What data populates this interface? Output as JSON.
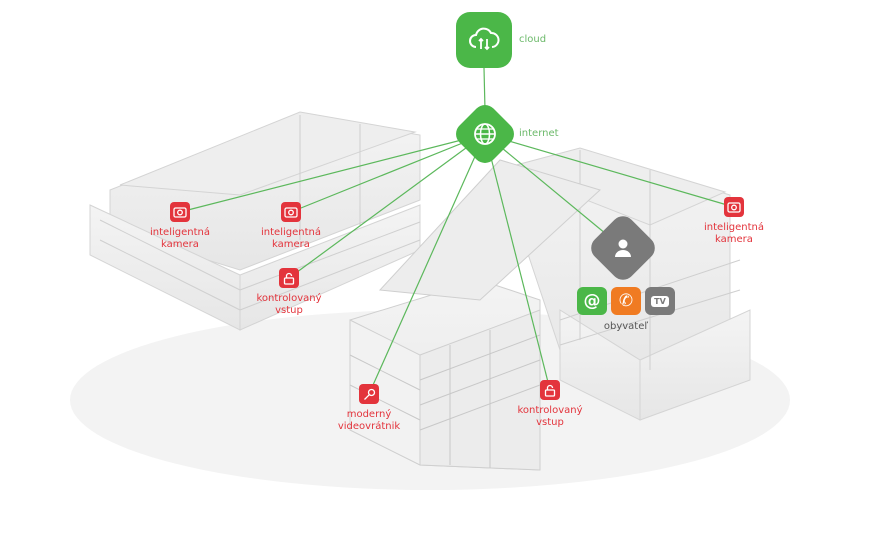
{
  "hub": {
    "cloud_label": "cloud",
    "internet_label": "internet"
  },
  "nodes": [
    {
      "id": "camera-1",
      "label": [
        "inteligentná",
        "kamera"
      ],
      "icon": "camera-icon"
    },
    {
      "id": "camera-2",
      "label": [
        "inteligentná",
        "kamera"
      ],
      "icon": "camera-icon"
    },
    {
      "id": "entry-1",
      "label": [
        "kontrolovaný",
        "vstup"
      ],
      "icon": "unlock-icon"
    },
    {
      "id": "intercom",
      "label": [
        "moderný",
        "videovrátnik"
      ],
      "icon": "key-icon"
    },
    {
      "id": "entry-2",
      "label": [
        "kontrolovaný",
        "vstup"
      ],
      "icon": "unlock-icon"
    },
    {
      "id": "camera-3",
      "label": [
        "inteligentná",
        "kamera"
      ],
      "icon": "camera-icon"
    }
  ],
  "resident": {
    "label": "obyvateľ",
    "services": [
      {
        "name": "email",
        "glyph": "@",
        "color": "#4bb748"
      },
      {
        "name": "phone",
        "glyph": "✆",
        "color": "#f07b22"
      },
      {
        "name": "tv",
        "glyph": "TV",
        "color": "#7a7a7a"
      }
    ]
  },
  "colors": {
    "green": "#4bb748",
    "red": "#e3343c",
    "gray": "#7a7a7a",
    "orange": "#f07b22",
    "link": "#5cb85c"
  }
}
